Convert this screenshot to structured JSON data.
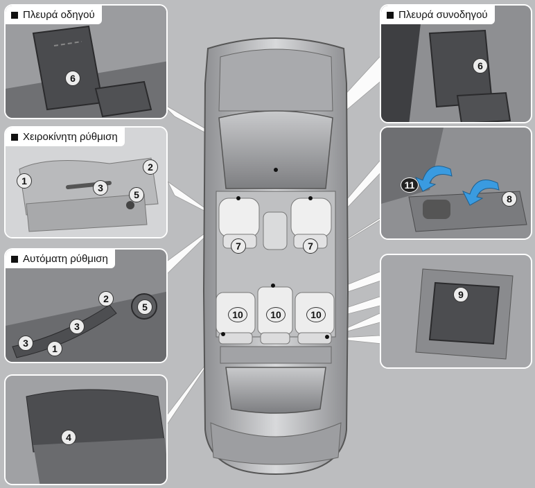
{
  "panels": {
    "driver_side": {
      "label": "Πλευρά οδηγού",
      "callouts": [
        "6"
      ]
    },
    "passenger_side": {
      "label": "Πλευρά συνοδηγού",
      "callouts": [
        "6"
      ]
    },
    "manual": {
      "label": "Χειροκίνητη ρύθμιση",
      "callouts": [
        "1",
        "2",
        "3",
        "5"
      ]
    },
    "auto": {
      "label": "Αυτόματη ρύθμιση",
      "callouts": [
        "1",
        "2",
        "3",
        "3",
        "5"
      ]
    },
    "armrest": {
      "callouts": [
        "11",
        "8"
      ]
    },
    "switch": {
      "callouts": [
        "9"
      ]
    },
    "seat_edge": {
      "callouts": [
        "4"
      ]
    }
  },
  "car": {
    "callouts": [
      "7",
      "7",
      "10",
      "10",
      "10"
    ]
  },
  "colors": {
    "background": "#bcbdbf",
    "panel_border": "#ffffff",
    "arrow": "#3a9be0"
  }
}
